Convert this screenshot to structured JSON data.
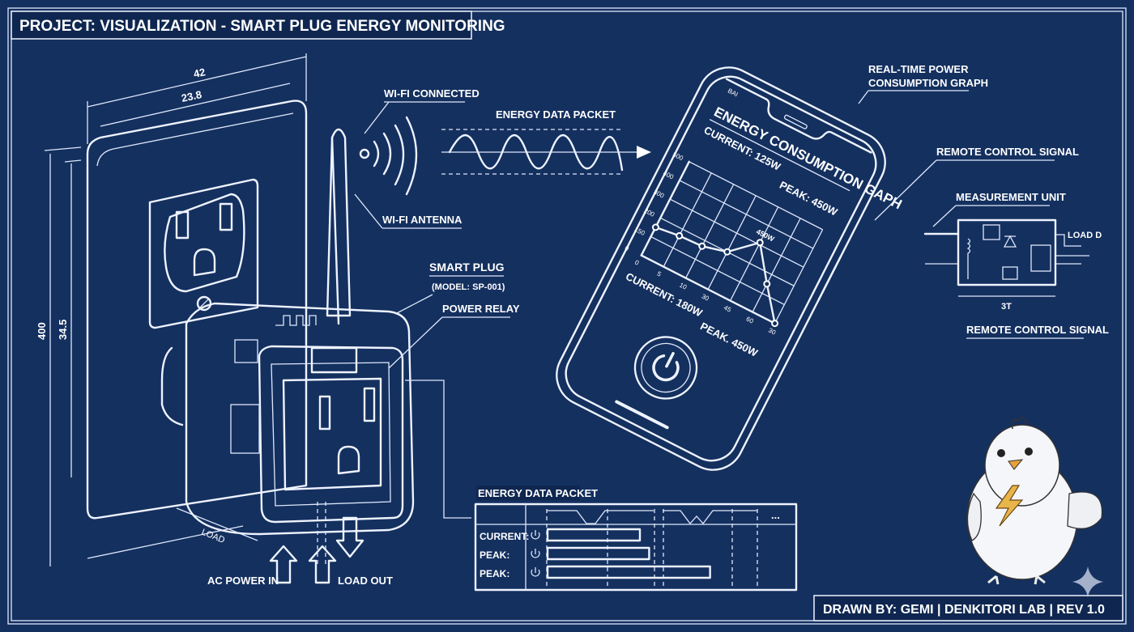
{
  "title": "PROJECT: VISUALIZATION - SMART PLUG ENERGY MONITORING",
  "footer": "DRAWN BY: GEMI | DENKITORI LAB | REV 1.0",
  "colors": {
    "background": "#14305f",
    "line": "#eef3ff",
    "accent_bolt": "#e8b54a"
  },
  "dimensions": {
    "width_outer": "42",
    "width_inner": "23.8",
    "height_outer": "400",
    "height_inner": "34.5",
    "load": "LOAD"
  },
  "callouts": {
    "wifi_connected": "WI-FI CONNECTED",
    "wifi_antenna": "WI-FI ANTENNA",
    "energy_data_packet_top": "ENERGY DATA PACKET",
    "smart_plug": "SMART PLUG",
    "model": "(MODEL: SP-001)",
    "power_relay": "POWER RELAY",
    "realtime_graph": [
      "REAL-TIME POWER",
      "CONSUMPTION GRAPH"
    ],
    "remote_control_signal_1": "REMOTE CONTROL SIGNAL",
    "measurement_unit": "MEASUREMENT UNIT",
    "load_d": "LOAD D",
    "span": "3T",
    "remote_control_signal_2": "REMOTE CONTROL SIGNAL",
    "ac_power_in": "AC POWER IN",
    "load_out": "LOAD OUT"
  },
  "phone": {
    "status_left": "BAI",
    "graph_title": "ENERGY CONSUMPTION GAPH",
    "current_top": "CURRENT: 125W",
    "peak_top": "PEAK: 450W",
    "y_ticks": [
      "0",
      "150",
      "200",
      "300",
      "400",
      "500"
    ],
    "x_ticks": [
      "0",
      "5",
      "10",
      "30",
      "45",
      "60",
      "30"
    ],
    "series_levels": [
      150,
      165,
      170,
      200,
      310,
      150,
      0
    ],
    "peak_label": "450W",
    "current_bottom": "CURRENT: 180W",
    "peak_bottom": "PEAK. 450W",
    "power_button": "power-icon"
  },
  "packet_table": {
    "title": "ENERGY DATA PACKET",
    "more": "...",
    "rows": [
      {
        "label": "CURRENT:",
        "fill": 0.5
      },
      {
        "label": "PEAK:",
        "fill": 0.55
      },
      {
        "label": "PEAK:",
        "fill": 0.88
      }
    ]
  }
}
